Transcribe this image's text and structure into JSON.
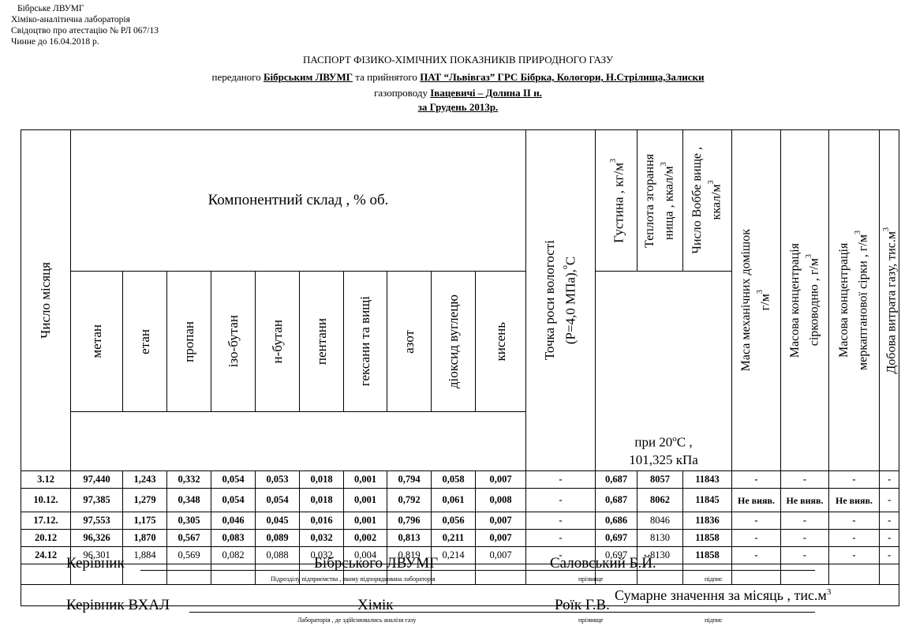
{
  "org": {
    "line1": "Бібрське ЛВУМГ",
    "line2": "Хіміко-аналітична лабораторія",
    "line3": "Свідоцтво про атестацію № РЛ 067/13",
    "line4": "Чинне до 16.04.2018 р."
  },
  "title": {
    "main": "ПАСПОРТ ФІЗИКО-ХІМІЧНИХ ПОКАЗНИКІВ ПРИРОДНОГО ГАЗУ",
    "sent_prefix": "переданого ",
    "sender": "Бібрським ЛВУМГ",
    "accepted_mid": " та прийнятого ",
    "receiver": "ПАТ “Львівгаз” ГРС Бібрка, Кологори, Н.Стрілища,Залиски",
    "pipeline_prefix": "газопроводу ",
    "pipeline": "Івацевичі – Долина ІІ н.",
    "period_prefix": "за ",
    "period": "Грудень 2013р."
  },
  "table": {
    "day_header": "Число місяця",
    "composition_header": "Компонентний склад , % об.",
    "components": [
      "метан",
      "етан",
      "пропан",
      "ізо-бутан",
      "н-бутан",
      "пентани",
      "гексани та вищі",
      "азот",
      "діоксид вуглецю",
      "кисень"
    ],
    "dew_point_l1": "Точка роси вологості",
    "dew_point_l2": "(Р=4,0 МПа),",
    "dew_point_unit": "о",
    "dew_point_c": "С",
    "density": "Густина , кг/м",
    "heat_l1": "Теплота згорання",
    "heat_l2": "нища , ккал/м",
    "wobbe_l1": "Число Воббе вище ,",
    "wobbe_l2": "ккал/м",
    "conditions_l1": "при 20",
    "conditions_deg": "о",
    "conditions_c": "С ,",
    "conditions_l2": "101,325 кПа",
    "mech_l1": "Маса механічних домішок",
    "mech_l2": "г/м",
    "h2s_l1": "Масова концентрація",
    "h2s_l2": "сірководню , г/м",
    "merc_l1": "Масова концентрація",
    "merc_l2": "меркаптанової сірки , г/м",
    "daily": "Добова витрата газу, тис.м",
    "sup3": "3",
    "rows": [
      {
        "day": "3.12",
        "v": [
          "97,440",
          "1,243",
          "0,332",
          "0,054",
          "0,053",
          "0,018",
          "0,001",
          "0,794",
          "0,058",
          "0,007"
        ],
        "dew": "-",
        "density": "0,687",
        "heat": "8057",
        "wobbe": "11843",
        "mech": "-",
        "h2s": "-",
        "merc": "-",
        "daily": "-"
      },
      {
        "day": "10.12.",
        "v": [
          "97,385",
          "1,279",
          "0,348",
          "0,054",
          "0,054",
          "0,018",
          "0,001",
          "0,792",
          "0,061",
          "0,008"
        ],
        "dew": "-",
        "density": "0,687",
        "heat": "8062",
        "wobbe": "11845",
        "mech": "Не вияв.",
        "h2s": "Не вияв.",
        "merc": "Не вияв.",
        "daily": "-"
      },
      {
        "day": "17.12.",
        "v": [
          "97,553",
          "1,175",
          "0,305",
          "0,046",
          "0,045",
          "0,016",
          "0,001",
          "0,796",
          "0,056",
          "0,007"
        ],
        "dew": "-",
        "density": "0,686",
        "heat": "8046",
        "wobbe": "11836",
        "mech": "-",
        "h2s": "-",
        "merc": "-",
        "daily": "-"
      },
      {
        "day": "20.12",
        "v": [
          "96,326",
          "1,870",
          "0,567",
          "0,083",
          "0,089",
          "0,032",
          "0,002",
          "0,813",
          "0,211",
          "0,007"
        ],
        "dew": "-",
        "density": "0,697",
        "heat": "8130",
        "wobbe": "11858",
        "mech": "-",
        "h2s": "-",
        "merc": "-",
        "daily": "-"
      },
      {
        "day": "24.12",
        "v": [
          "96,301",
          "1,884",
          "0,569",
          "0,082",
          "0,088",
          "0,032",
          "0,004",
          "0,819",
          "0,214",
          "0,007"
        ],
        "dew": "-",
        "density": "0,697",
        "heat": "8130",
        "wobbe": "11858",
        "mech": "-",
        "h2s": "-",
        "merc": "-",
        "daily": "-"
      }
    ],
    "sum_label": "Сумарне значення за місяць , тис.м"
  },
  "signatures": {
    "s1_label": "Керівник",
    "s1_unit": "Бібрського ЛВУМГ",
    "s1_name": "Саловський Б.Й.",
    "s1_cap_unit": "Підрозділу підприємства , якому підпорядкована лабораторія",
    "s2_label": "Керівник ВХАЛ",
    "s2_unit": "Хімік",
    "s2_name": "Роїк Г.В.",
    "s2_cap_unit": "Лабораторія , де здійснювались аналізи газу",
    "cap_name": "прізвище",
    "cap_sign": "підпис"
  }
}
